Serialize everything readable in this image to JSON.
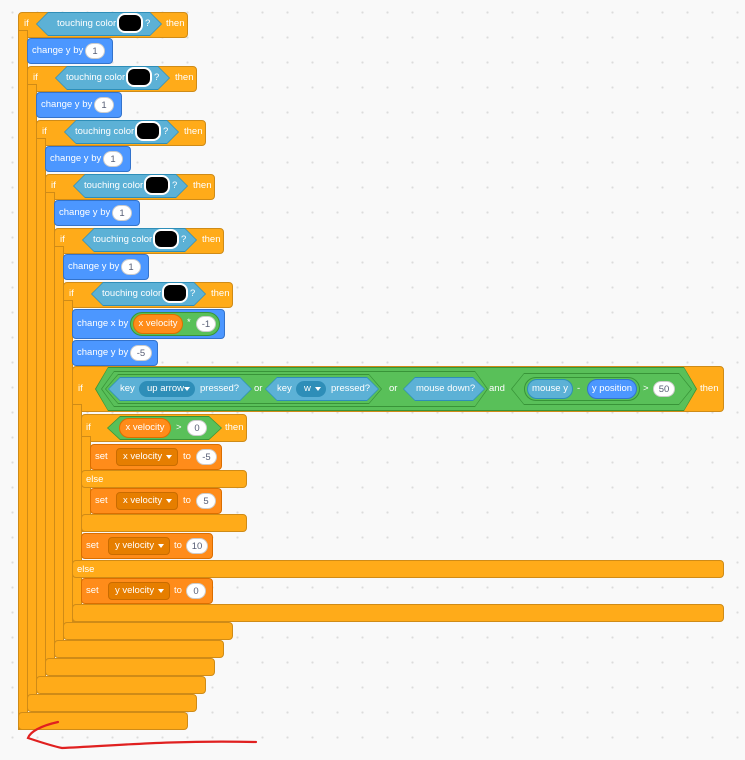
{
  "labels": {
    "if": "if",
    "then": "then",
    "else": "else",
    "touching_color": "touching color",
    "question": "?",
    "change_y_by": "change y by",
    "change_x_by": "change x by",
    "set": "set",
    "to": "to",
    "key": "key",
    "pressed": "pressed?",
    "or": "or",
    "and": "and",
    "mouse_down": "mouse down?",
    "mouse_y": "mouse y",
    "minus": "-",
    "y_position": "y position",
    "times": "*",
    "gt": ">"
  },
  "values": {
    "change_y_1": "1",
    "change_y_2": "1",
    "change_y_3": "1",
    "change_y_4": "1",
    "change_y_5": "1",
    "x_velocity_factor": "-1",
    "change_y_minus5": "-5",
    "key_1": "up arrow",
    "key_2": "w",
    "threshold_50": "50",
    "xvel_compare": "0",
    "set_xvel_neg": "-5",
    "set_xvel_pos": "5",
    "set_yvel_10": "10",
    "set_yvel_0": "0"
  },
  "variables": {
    "x_velocity": "x velocity",
    "y_velocity": "y velocity"
  },
  "colors": {
    "control": "#FFAB19",
    "motion": "#4C97FF",
    "variables": "#FF8C1A",
    "operators": "#59C059",
    "sensing": "#5CB1D6",
    "annotation": "#E02020"
  }
}
